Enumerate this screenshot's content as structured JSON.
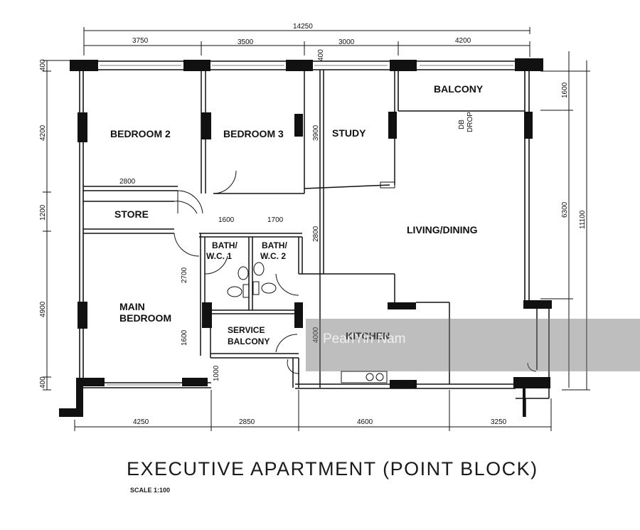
{
  "rooms": {
    "bedroom2": "BEDROOM 2",
    "bedroom3": "BEDROOM 3",
    "study": "STUDY",
    "balcony": "BALCONY",
    "store": "STORE",
    "living_dining": "LIVING/DINING",
    "bath1_a": "BATH/",
    "bath1_b": "W.C. 1",
    "bath2_a": "BATH/",
    "bath2_b": "W.C. 2",
    "main_bedroom_a": "MAIN",
    "main_bedroom_b": "BEDROOM",
    "service_balcony_a": "SERVICE",
    "service_balcony_b": "BALCONY",
    "kitchen": "KITCHEN",
    "db_note_a": "DB",
    "db_note_b": "DROP"
  },
  "dimensions": {
    "top_total": "14250",
    "top_1": "3750",
    "top_2": "3500",
    "top_3": "3000",
    "top_4": "4200",
    "bottom_1": "4250",
    "bottom_2": "2850",
    "bottom_3": "4600",
    "bottom_4": "3250",
    "left_1": "400",
    "left_2": "4200",
    "left_3": "1200",
    "left_4": "4900",
    "left_5": "400",
    "right_1": "1600",
    "right_2": "6300",
    "right_total": "11100",
    "inner_2800_corr": "2800",
    "inner_1600": "1600",
    "inner_1700": "1700",
    "inner_2800_v": "2800",
    "inner_3900": "3900",
    "inner_2700": "2700",
    "inner_1600_v": "1600",
    "inner_1000": "1000",
    "inner_4000": "4000",
    "inner_400_top": "400"
  },
  "title": "EXECUTIVE APARTMENT (POINT BLOCK)",
  "scale": "SCALE 1:100",
  "watermark": "PearlYin Nam"
}
